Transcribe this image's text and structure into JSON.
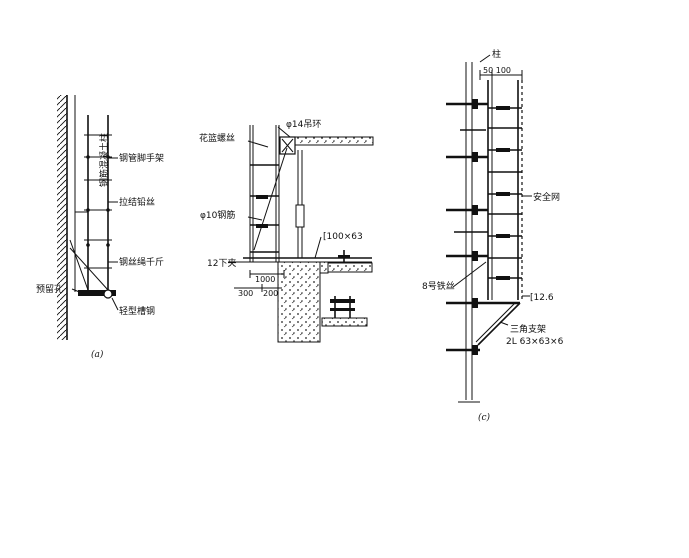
{
  "diagram_a": {
    "caption": "(a)",
    "labels": {
      "column": "钢筋混凝土柱",
      "steel_pipe_scaffold": "钢管脚手架",
      "tie_wire": "拉结铅丝",
      "wire_rope_block": "钢丝绳千斤",
      "reserved_hole": "预留孔",
      "light_channel": "轻型槽钢"
    }
  },
  "diagram_b": {
    "labels": {
      "turnbuckle": "花篮螺丝",
      "hanging_ring": "φ14吊环",
      "steel_bar": "φ10钢筋",
      "clamp": "12下夹",
      "channel": "[100×63",
      "dim_1000": "1000",
      "dim_300": "300",
      "dim_200": "200"
    }
  },
  "diagram_c": {
    "caption": "(c)",
    "labels": {
      "column": "柱",
      "dim_50_100": "50 100",
      "safety_net": "安全网",
      "wire_8": "8号铁丝",
      "channel_126": "[12.6",
      "triangle_bracket": "三角支架",
      "angle_steel": "2L 63×63×6"
    }
  }
}
